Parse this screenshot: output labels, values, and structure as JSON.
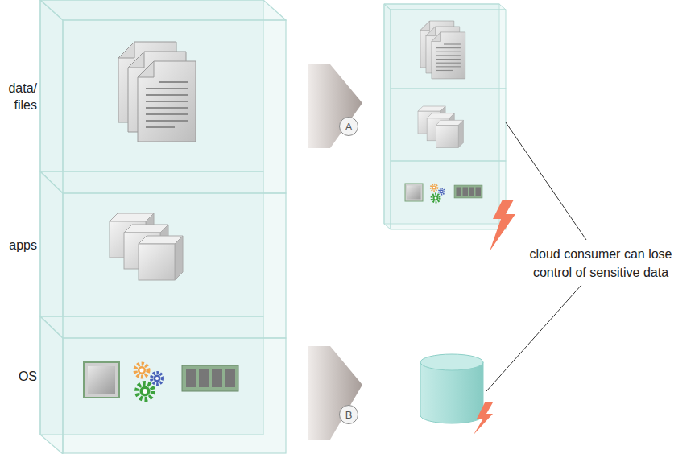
{
  "diagram": {
    "nodes": [
      {
        "text": [
          "data/ files"
        ]
      },
      {
        "text": [
          "apps"
        ]
      },
      {
        "text": [
          "OS"
        ]
      },
      {
        "text": [
          "A"
        ]
      },
      {
        "text": [
          "B"
        ]
      }
    ],
    "labels": [
      "cloud consumer can lose control of sensitive data"
    ]
  }
}
